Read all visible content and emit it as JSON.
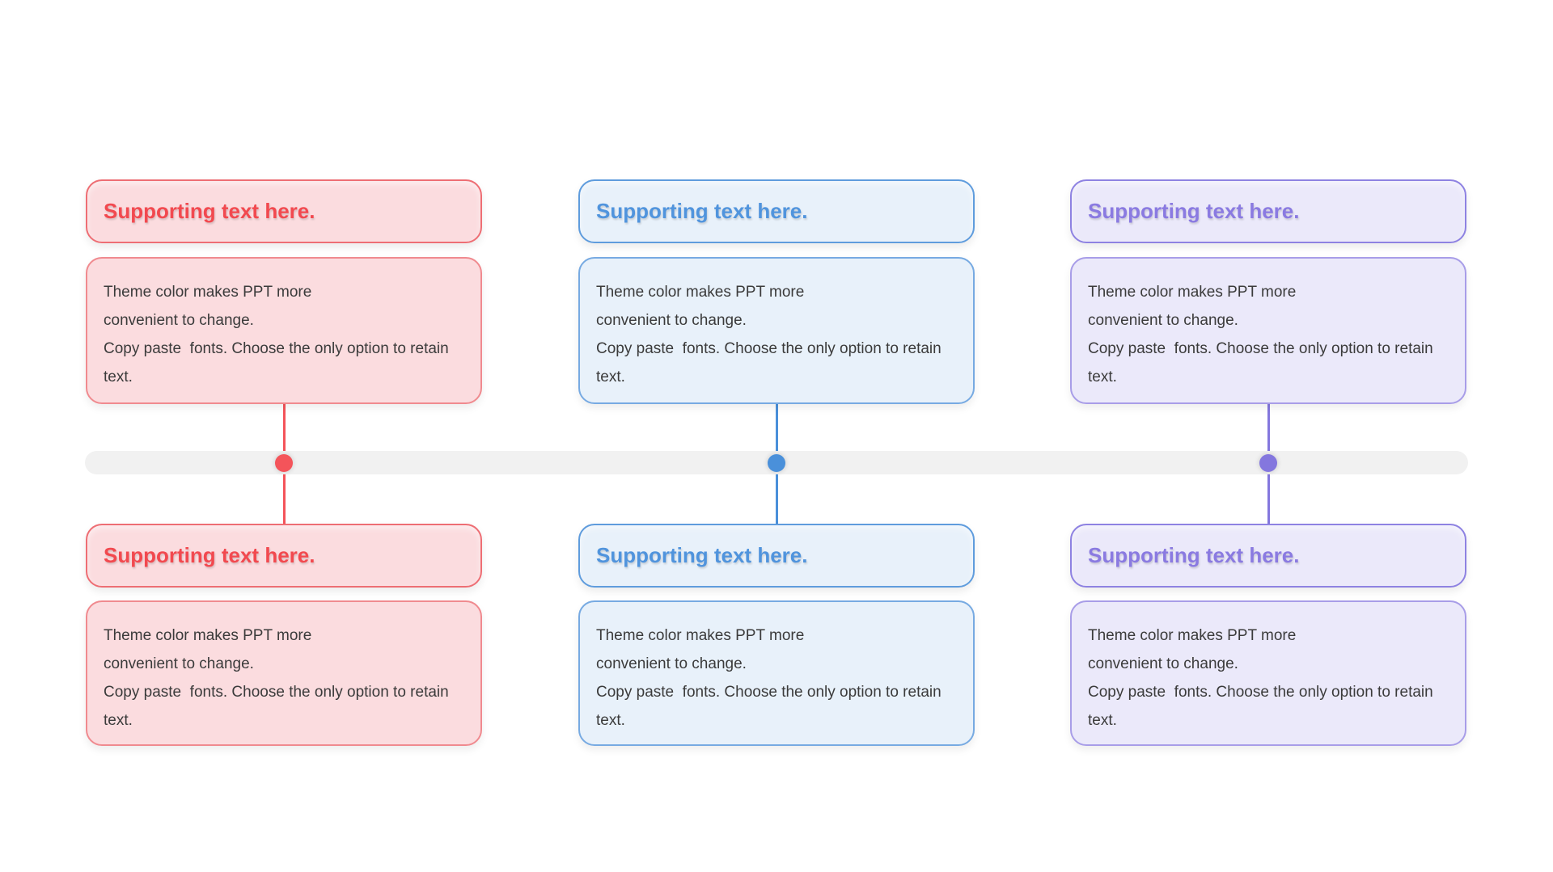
{
  "slide": {
    "background_color": "#ffffff"
  },
  "timeline": {
    "bar_color": "#f1f1f1"
  },
  "columns": [
    {
      "theme": "red",
      "colors": {
        "accent": "#f4545a",
        "title_text": "#f2494f",
        "border_title": "#ee6e74",
        "border_body": "#f08a8f",
        "fill": "#fbdcdf"
      },
      "top": {
        "title": "Supporting text here.",
        "body": "Theme color makes PPT more\nconvenient to change.\nCopy paste  fonts. Choose the only option to retain\ntext."
      },
      "bottom": {
        "title": "Supporting text here.",
        "body": "Theme color makes PPT more\nconvenient to change.\nCopy paste  fonts. Choose the only option to retain\ntext."
      }
    },
    {
      "theme": "blue",
      "colors": {
        "accent": "#4a90da",
        "title_text": "#5094dd",
        "border_title": "#5f9cdd",
        "border_body": "#77aae2",
        "fill": "#e8f1fa"
      },
      "top": {
        "title": "Supporting text here.",
        "body": "Theme color makes PPT more\nconvenient to change.\nCopy paste  fonts. Choose the only option to retain\ntext."
      },
      "bottom": {
        "title": "Supporting text here.",
        "body": "Theme color makes PPT more\nconvenient to change.\nCopy paste  fonts. Choose the only option to retain\ntext."
      }
    },
    {
      "theme": "purple",
      "colors": {
        "accent": "#8477de",
        "title_text": "#8a7ae1",
        "border_title": "#8e82e2",
        "border_body": "#a89de8",
        "fill": "#ebe9fa"
      },
      "top": {
        "title": "Supporting text here.",
        "body": "Theme color makes PPT more\nconvenient to change.\nCopy paste  fonts. Choose the only option to retain\ntext."
      },
      "bottom": {
        "title": "Supporting text here.",
        "body": "Theme color makes PPT more\nconvenient to change.\nCopy paste  fonts. Choose the only option to retain\ntext."
      }
    }
  ]
}
